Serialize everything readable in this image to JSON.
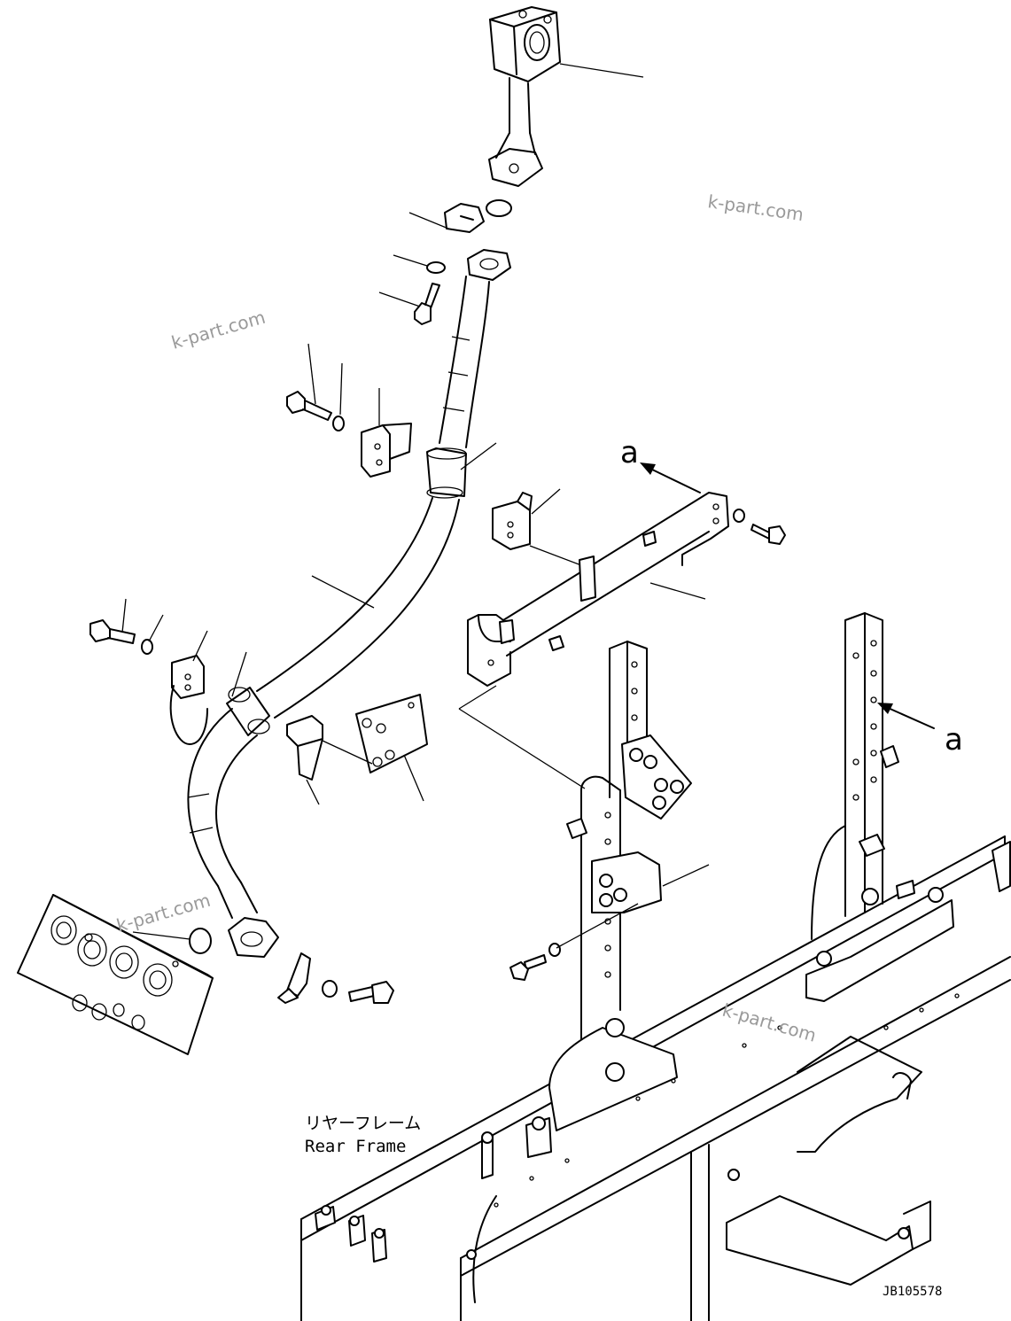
{
  "labels": {
    "frame_jp": "リヤーフレーム",
    "frame_en": "Rear Frame",
    "view_a_1": "a",
    "view_a_2": "a",
    "drawing_id": "JB105578"
  },
  "watermarks": [
    "k-part.com",
    "k-part.com",
    "k-part.com",
    "k-part.com"
  ]
}
